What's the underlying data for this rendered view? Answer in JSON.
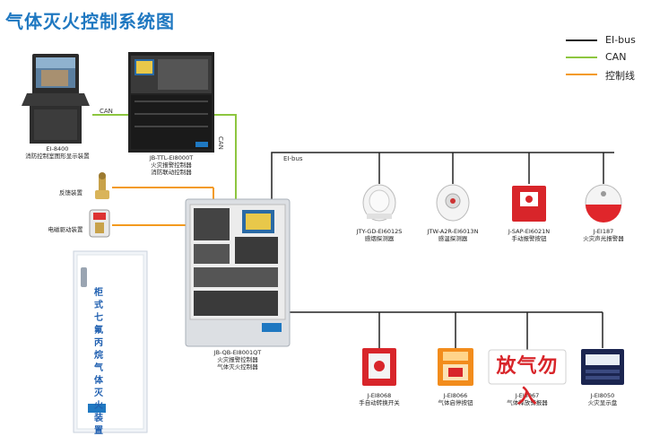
{
  "title": "气体灭火控制系统图",
  "legend": [
    {
      "label": "EI-bus",
      "color": "#222222"
    },
    {
      "label": "CAN",
      "color": "#8dc63f"
    },
    {
      "label": "控制线",
      "color": "#f39a1e"
    }
  ],
  "bus_labels": {
    "can_horizontal": "CAN",
    "can_vertical": "CAN",
    "eibus": "EI-bus"
  },
  "devices": {
    "ei8400": {
      "model": "EI-8400",
      "name": "消防控制室图形显示装置"
    },
    "jbttl": {
      "model": "JB-TTL-EI8000T",
      "name1": "火灾报警控制器",
      "name2": "消防联动控制器"
    },
    "feedback": {
      "name": "反馈装置"
    },
    "solenoid": {
      "name": "电磁驱动装置"
    },
    "extinguisher": {
      "text": "柜式七氟丙烷气体灭火装置"
    },
    "jbqb": {
      "model": "JB-QB-EI8001QT",
      "name1": "火灾报警控制器",
      "name2": "气体灭火控制器"
    },
    "smoke": {
      "model": "JTY-GD-EI6012S",
      "name": "感烟探测器"
    },
    "heat": {
      "model": "JTW-A2R-EI6013N",
      "name": "感温探测器"
    },
    "manual_alarm": {
      "model": "J-SAP-EI6021N",
      "name": "手动报警按钮"
    },
    "sounder": {
      "model": "J-EI187",
      "name": "火灾声光报警器"
    },
    "switch": {
      "model": "J-EI8068",
      "name": "手自动转换开关"
    },
    "startstop": {
      "model": "J-EI8066",
      "name": "气体启停按钮"
    },
    "noenter": {
      "model": "J-EI8067",
      "name": "气体释放警报器",
      "sign": "放气勿入"
    },
    "display": {
      "model": "J-EI8050",
      "name": "火灾显示盘"
    }
  },
  "colors": {
    "brand": "#1f78c1",
    "eibus": "#222222",
    "can": "#8dc63f",
    "control": "#f39a1e"
  }
}
